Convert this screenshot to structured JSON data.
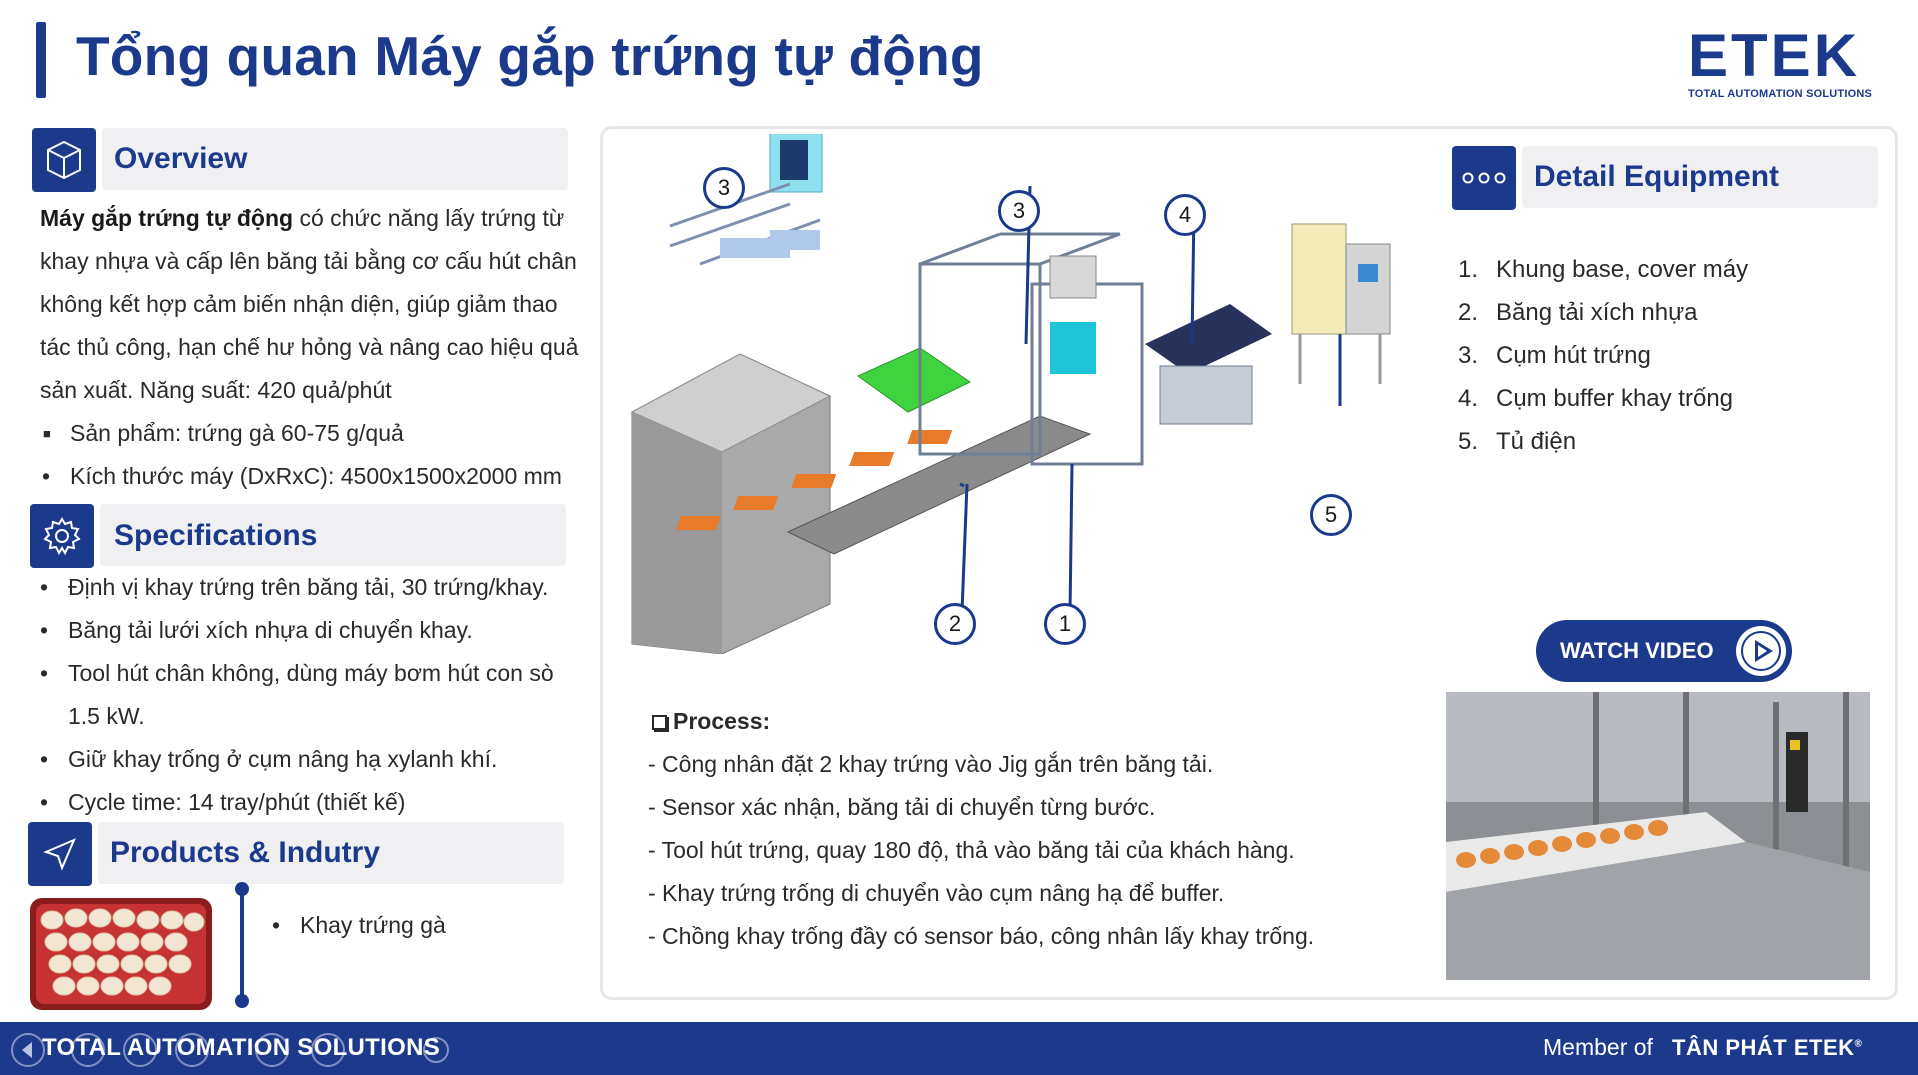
{
  "header": {
    "title": "Tổng quan Máy gắp trứng tự động",
    "logo_text": "ETEK",
    "logo_tagline": "TOTAL AUTOMATION SOLUTIONS"
  },
  "overview": {
    "title": "Overview",
    "intro_bold": "Máy gắp trứng tự động",
    "intro_rest": " có chức năng lấy trứng từ khay nhựa và cấp lên băng tải bằng cơ cấu hút chân không kết hợp cảm biến nhận diện, giúp giảm thao tác thủ công, hạn chế hư hỏng và nâng cao hiệu quả sản xuất. Năng suất: 420 quả/phút",
    "bullets": [
      "Sản phẩm: trứng gà 60-75 g/quả",
      "Kích thước máy (DxRxC): 4500x1500x2000 mm"
    ]
  },
  "specifications": {
    "title": "Specifications",
    "bullets": [
      "Định vị khay trứng trên băng tải, 30 trứng/khay.",
      "Băng tải lưới xích nhựa di chuyển khay.",
      "Tool hút chân không, dùng máy bơm hút con sò 1.5 kW.",
      "Giữ khay trống ở cụm nâng hạ xylanh khí.",
      "Cycle time: 14 tray/phút (thiết kế)"
    ]
  },
  "products": {
    "title": "Products & Indutry",
    "items": [
      "Khay trứng gà"
    ]
  },
  "detail_equipment": {
    "title": "Detail Equipment",
    "items": [
      {
        "num": "1.",
        "label": "Khung base, cover máy"
      },
      {
        "num": "2.",
        "label": "Băng tải xích nhựa"
      },
      {
        "num": "3.",
        "label": "Cụm hút trứng"
      },
      {
        "num": "4.",
        "label": "Cụm buffer khay trống"
      },
      {
        "num": "5.",
        "label": "Tủ điện"
      }
    ]
  },
  "callouts": [
    "3",
    "3",
    "4",
    "5",
    "2",
    "1"
  ],
  "process": {
    "title": "Process:",
    "steps": [
      "- Công nhân đặt 2 khay trứng vào Jig gắn trên băng tải.",
      "- Sensor xác nhận, băng tải di chuyển từng bước.",
      "- Tool hút trứng, quay 180 độ, thả vào băng tải của khách hàng.",
      "- Khay trứng trống di chuyển vào cụm nâng hạ để buffer.",
      "- Chồng khay trống đầy có sensor báo, công nhân lấy khay trống."
    ]
  },
  "video": {
    "button_label": "WATCH VIDEO"
  },
  "footer": {
    "left_text": "TOTAL AUTOMATION SOLUTIONS",
    "member_text": "Member of",
    "brand": "TÂN PHÁT ETEK"
  },
  "colors": {
    "brand_blue": "#1b3a8c",
    "panel_gray": "#f0f0f2"
  }
}
